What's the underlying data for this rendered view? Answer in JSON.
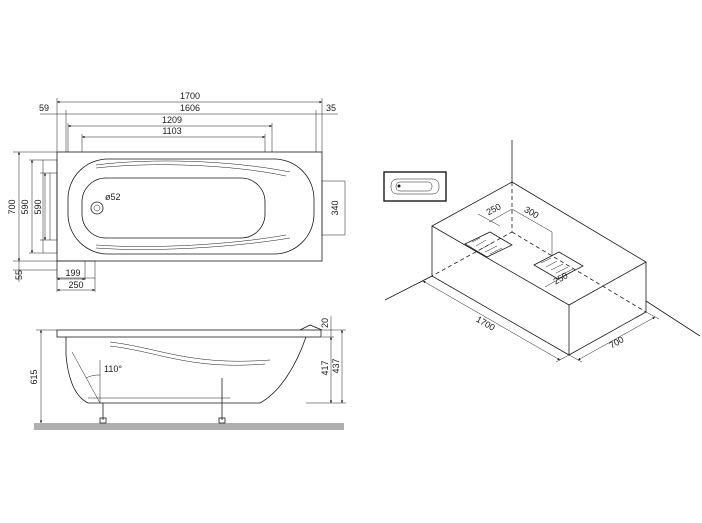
{
  "top_view": {
    "length": "1700",
    "inner_length": "1606",
    "left_rim": "59",
    "right_rim": "35",
    "support_outer": "1209",
    "support_inner": "1103",
    "width": "700",
    "outer_590": "590",
    "inner_590": "590",
    "right_support": "340",
    "bottom_offset": "55",
    "drain": "ø52",
    "support_199": "199",
    "support_250": "250"
  },
  "side_view": {
    "height": "615",
    "rim_height": "20",
    "inner_depth": "417",
    "overall_depth": "437",
    "angle": "110°"
  },
  "iso_view": {
    "dim_250": "250",
    "dim_300": "300",
    "dim_250b": "250",
    "length": "1700",
    "width": "700"
  },
  "colors": {
    "line": "#1a1a1a",
    "floor": "#b0b0b0",
    "tub_fill": "#ffffff"
  }
}
